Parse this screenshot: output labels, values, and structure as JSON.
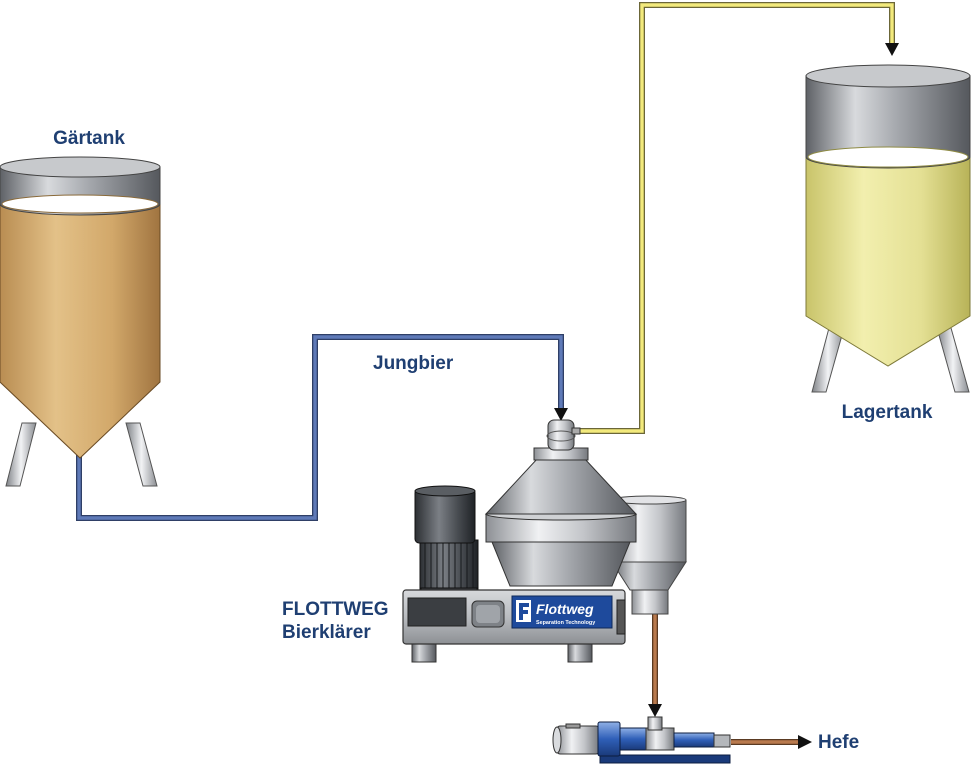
{
  "labels": {
    "fermentation_tank": "Gärtank",
    "storage_tank": "Lagertank",
    "young_beer": "Jungbier",
    "separator_brand": "FLOTTWEG",
    "separator_name": "Bierklärer",
    "yeast": "Hefe"
  },
  "nameplate": {
    "brand": "Flottweg",
    "tagline": "Separation Technology"
  },
  "colors": {
    "young_beer_pipe": "#5872b0",
    "clear_beer_pipe": "#f0e676",
    "yeast_pipe": "#b97a4e",
    "fermentation_liquid": "#d4ab6e",
    "storage_liquid": "#e4e098",
    "label_text": "#1f3f72"
  }
}
